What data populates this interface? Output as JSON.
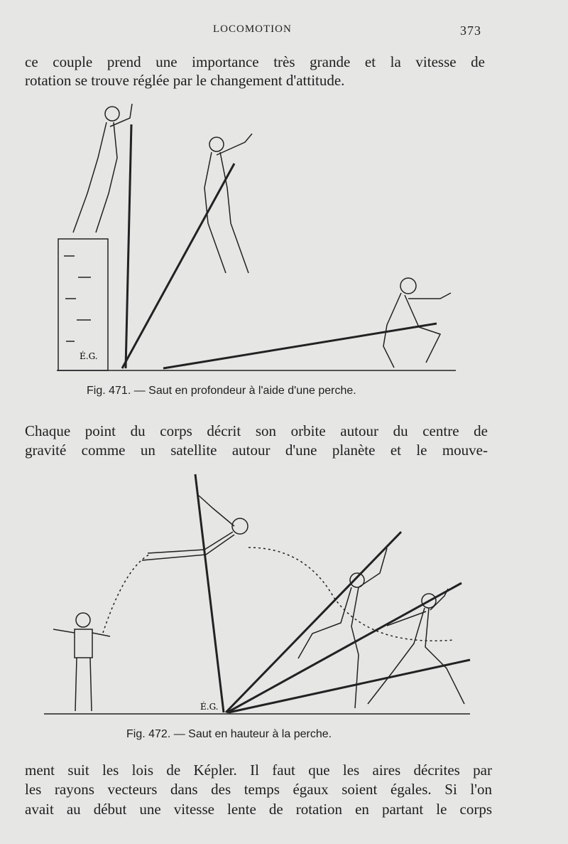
{
  "header": {
    "running_title": "LOCOMOTION",
    "page_number": "373"
  },
  "paragraph1": [
    "ce couple prend une importance très grande et la vitesse de",
    "rotation se trouve réglée par le changement d'attitude."
  ],
  "figure471": {
    "caption": "Fig. 471. — Saut en profondeur à l'aide d'une perche.",
    "signature": "É.G."
  },
  "paragraph2": [
    "Chaque point du corps décrit son orbite autour du centre de",
    "gravité comme un satellite autour d'une planète et le mouve-"
  ],
  "figure472": {
    "caption": "Fig. 472. — Saut en hauteur à la perche.",
    "signature": "É.G."
  },
  "paragraph3": [
    "ment suit les lois de Képler. Il faut que les aires décrites par",
    "les rayons vecteurs dans des temps égaux soient égales. Si l'on",
    "avait au début une vitesse lente de rotation en partant le corps"
  ]
}
